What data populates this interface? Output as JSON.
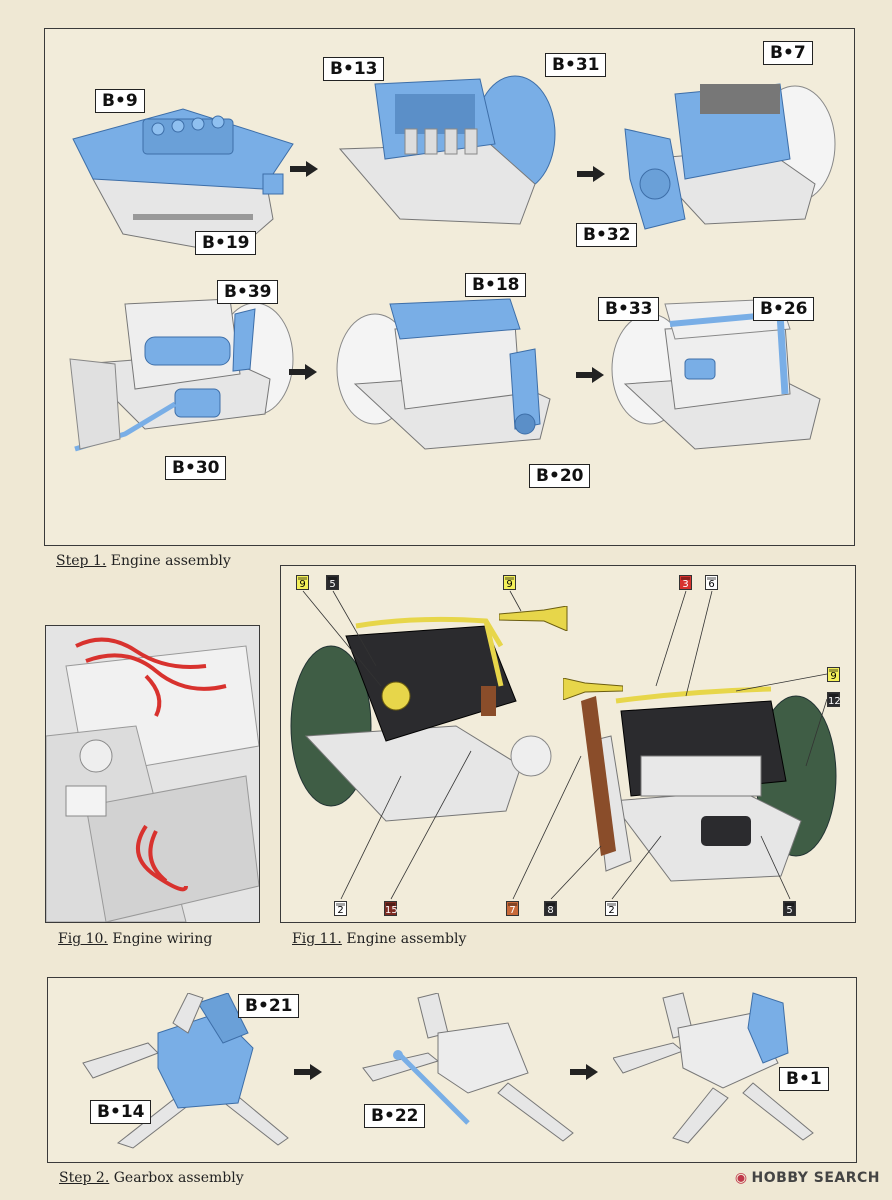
{
  "colors": {
    "highlight": "#79aee6",
    "engine_black": "#2b2b2e",
    "wheel_green": "#3f5d45",
    "part_grey": "#e6e6e6"
  },
  "step1": {
    "caption_number": "Step 1.",
    "caption_text": "Engine assembly",
    "labels": [
      "B•9",
      "B•19",
      "B•13",
      "B•31",
      "B•7",
      "B•32",
      "B•39",
      "B•30",
      "B•18",
      "B•20",
      "B•33",
      "B•26"
    ]
  },
  "fig10": {
    "caption_number": "Fig 10.",
    "caption_text": "Engine wiring"
  },
  "fig11": {
    "caption_number": "Fig 11.",
    "caption_text": "Engine assembly",
    "chips_top": [
      "9",
      "5",
      "9",
      "3",
      "6",
      "9",
      "12"
    ],
    "chips_bottom": [
      "2",
      "15",
      "7",
      "8",
      "2",
      "5"
    ]
  },
  "step2": {
    "caption_number": "Step 2.",
    "caption_text": "Gearbox assembly",
    "labels": [
      "B•21",
      "B•14",
      "B•22",
      "B•1"
    ]
  },
  "watermark": {
    "text": "HOBBY SEARCH"
  }
}
